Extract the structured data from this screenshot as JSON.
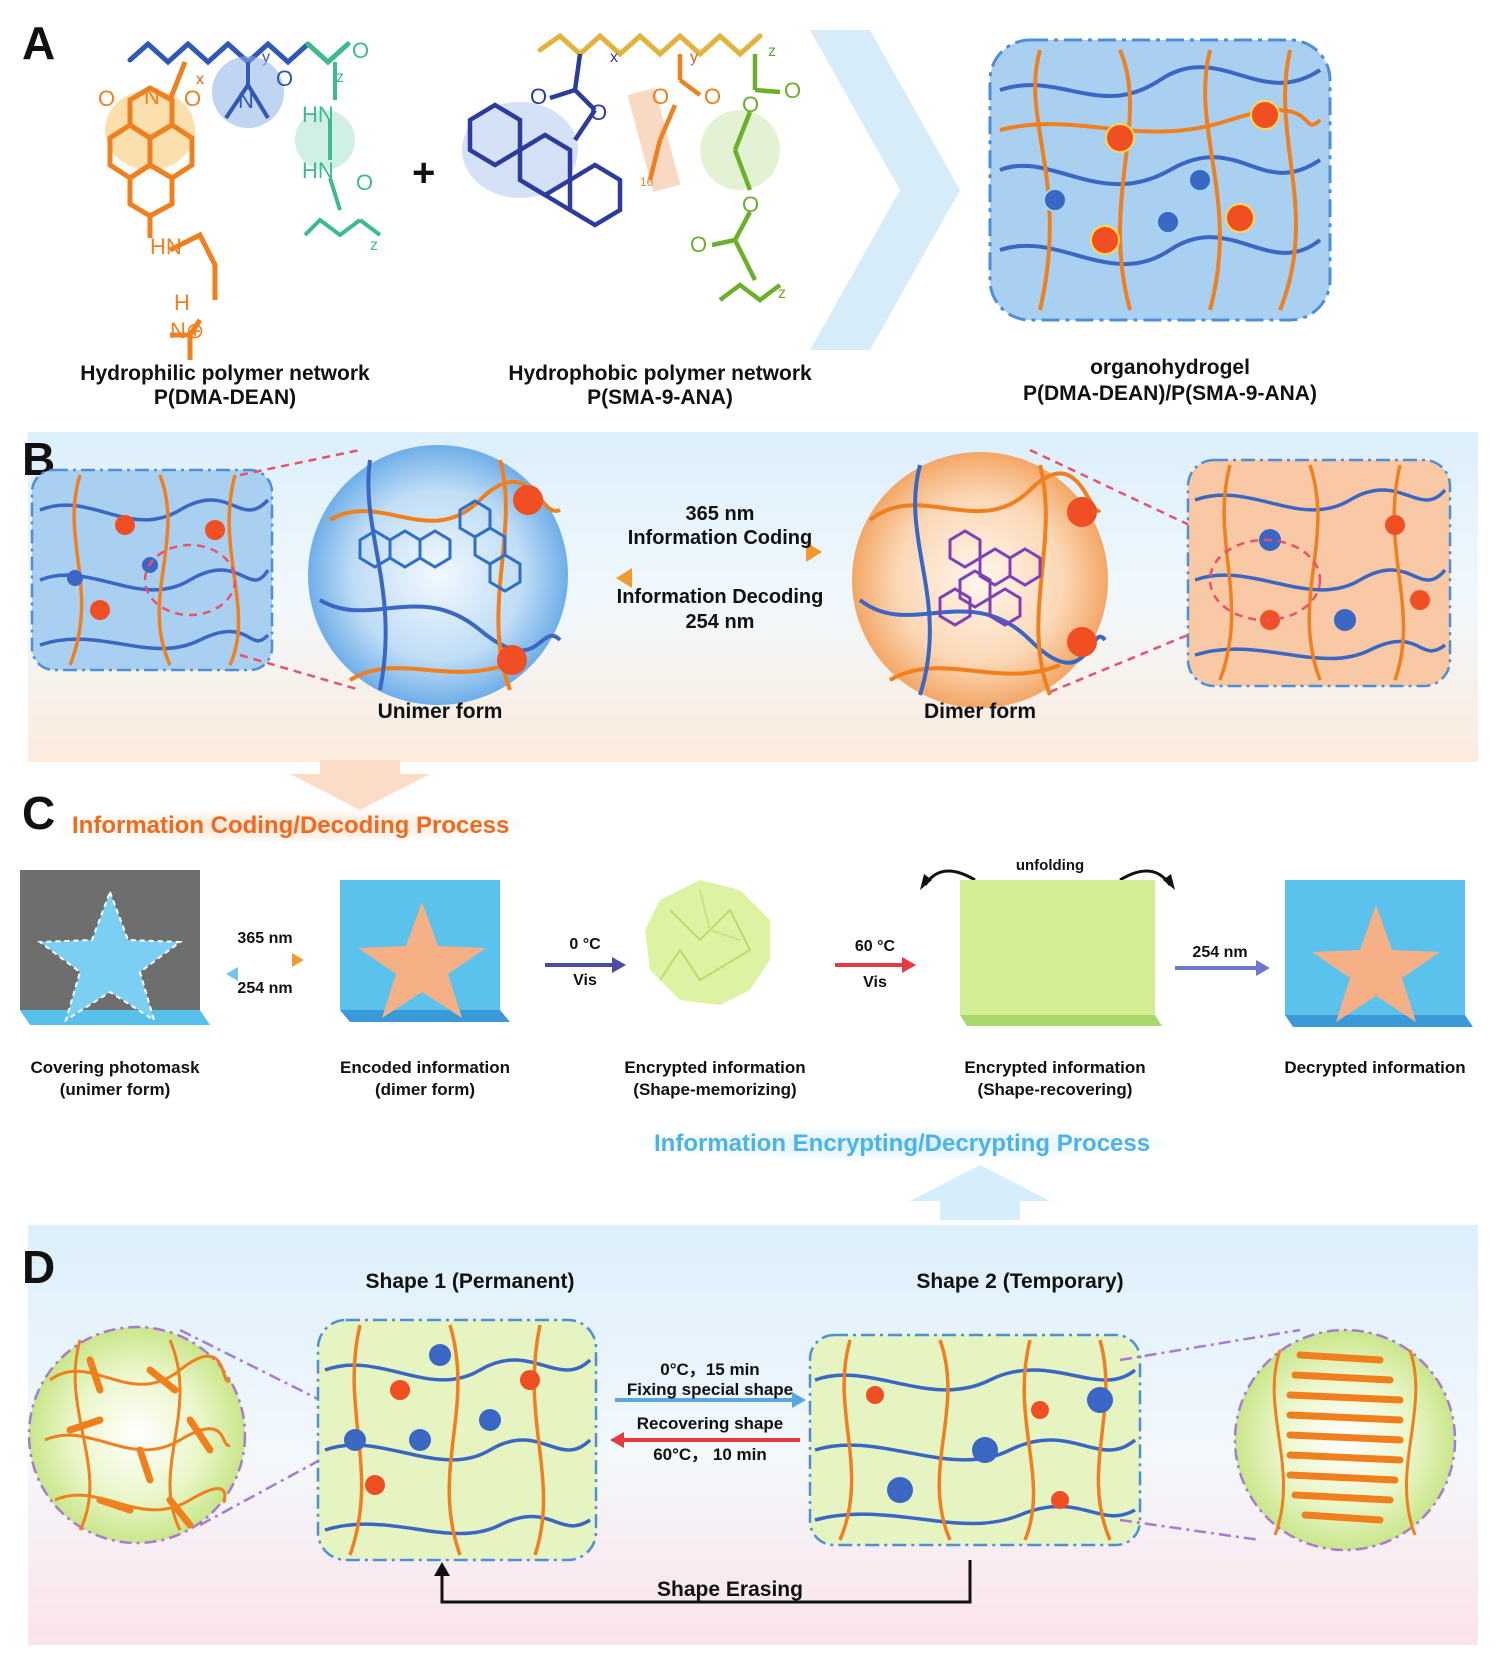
{
  "panels": {
    "A": {
      "letter": "A",
      "hydrophilic_title": "Hydrophilic polymer network",
      "hydrophilic_formula": "P(DMA-DEAN)",
      "hydrophobic_title": "Hydrophobic polymer network",
      "hydrophobic_formula": "P(SMA-9-ANA)",
      "plus": "+",
      "gel_title": "organohydrogel",
      "gel_formula": "P(DMA-DEAN)/P(SMA-9-ANA)",
      "atoms": {
        "o": "O",
        "n": "N",
        "hn": "HN",
        "h": "H",
        "nplus": "N⊕",
        "x": "x",
        "y": "y",
        "z": "z",
        "n16": "16"
      }
    },
    "B": {
      "letter": "B",
      "coding_wavelength": "365 nm",
      "coding_label": "Information Coding",
      "decoding_label": "Information Decoding",
      "decoding_wavelength": "254 nm",
      "unimer_label": "Unimer form",
      "dimer_label": "Dimer form"
    },
    "C": {
      "letter": "C",
      "coding_process": "Information Coding/Decoding Process",
      "encrypting_process": "Information Encrypting/Decrypting Process",
      "unfolding": "unfolding",
      "steps": [
        {
          "line1": "Covering photomask",
          "line2": "(unimer form)"
        },
        {
          "line1": "Encoded information",
          "line2": "(dimer form)"
        },
        {
          "line1": "Encrypted information",
          "line2": "(Shape-memorizing)"
        },
        {
          "line1": "Encrypted information",
          "line2": "(Shape-recovering)"
        },
        {
          "line1": "Decrypted information",
          "line2": ""
        }
      ],
      "arrows": [
        {
          "top": "365 nm",
          "bottom": "254 nm"
        },
        {
          "top": "0 °C",
          "bottom": "Vis"
        },
        {
          "top": "60 °C",
          "bottom": "Vis"
        },
        {
          "top": "254 nm",
          "bottom": ""
        }
      ]
    },
    "D": {
      "letter": "D",
      "shape1": "Shape 1 (Permanent)",
      "shape2": "Shape 2 (Temporary)",
      "fix_condition": "0°C，15 min",
      "fix_label": "Fixing special shape",
      "recover_label": "Recovering shape",
      "recover_condition": "60°C， 10 min",
      "erasing": "Shape Erasing"
    }
  },
  "colors": {
    "orange": "#F07F1E",
    "blue": "#3A66C4",
    "navy": "#2B3C9E",
    "green": "#3DBB8C",
    "lime": "#7DBB2A",
    "purple": "#7A3FB0",
    "light_blue": "#5EC2EE",
    "peach": "#F2B78A",
    "process_orange": "#EF6A1F",
    "process_blue": "#4CB3E8",
    "red": "#E63946"
  }
}
